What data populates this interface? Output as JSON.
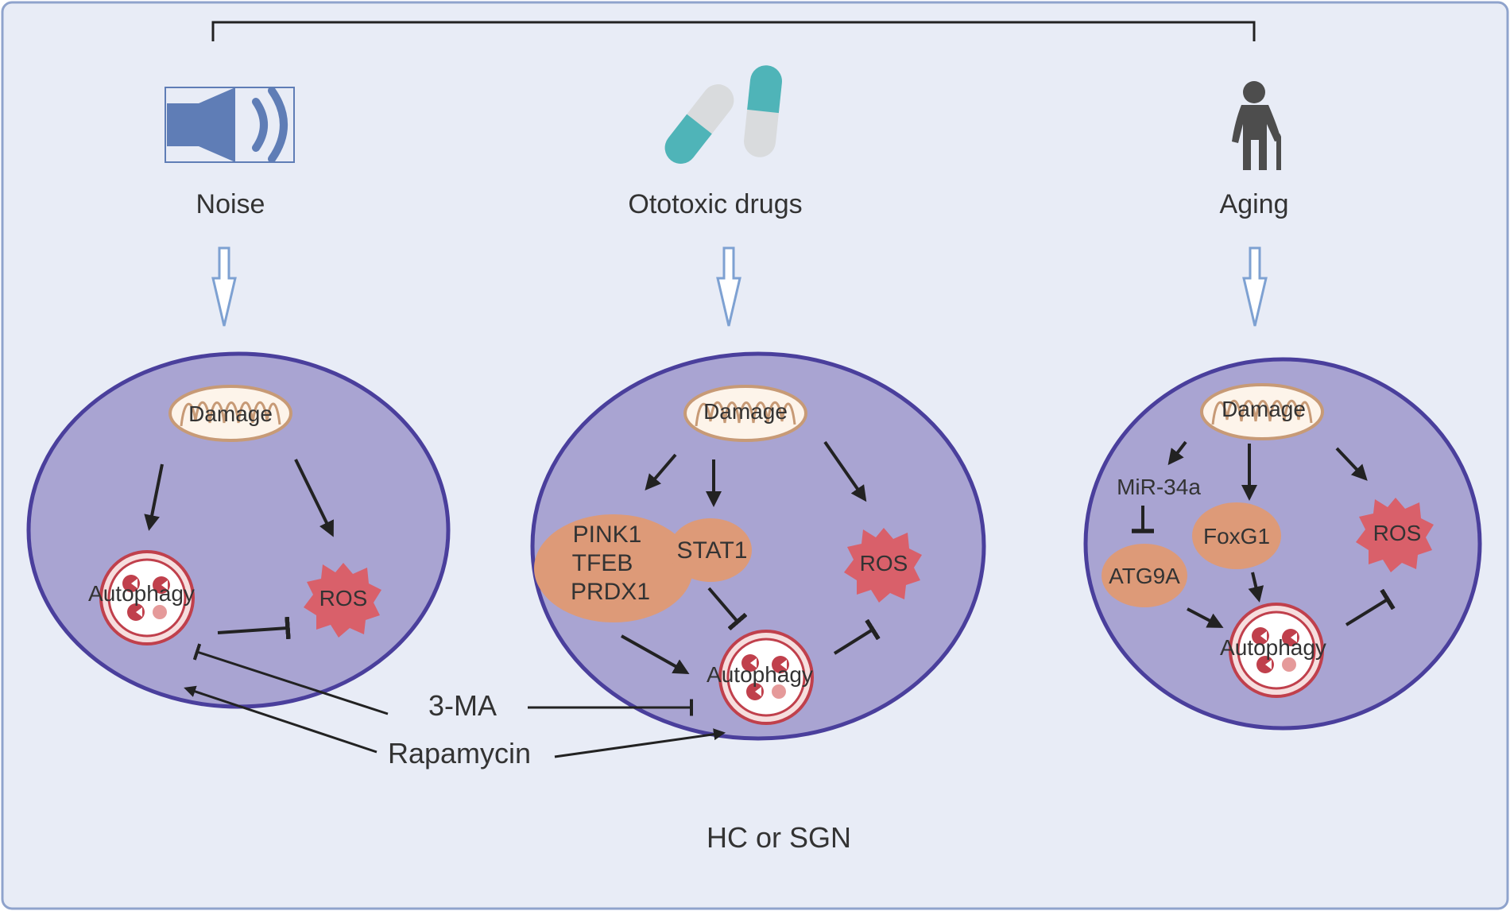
{
  "causes": {
    "noise": "Noise",
    "drugs": "Ototoxic drugs",
    "aging": "Aging"
  },
  "cell1": {
    "damage": "Damage",
    "autophagy": "Autophagy",
    "ros": "ROS"
  },
  "cell2": {
    "damage": "Damage",
    "pink1": "PINK1",
    "tfeb": "TFEB",
    "prdx1": "PRDX1",
    "stat1": "STAT1",
    "ros": "ROS",
    "autophagy": "Autophagy"
  },
  "cell3": {
    "damage": "Damage",
    "mir34a": "MiR-34a",
    "foxg1": "FoxG1",
    "atg9a": "ATG9A",
    "ros": "ROS",
    "autophagy": "Autophagy"
  },
  "drugs": {
    "three_ma": "3-MA",
    "rapamycin": "Rapamycin"
  },
  "footer": "HC or SGN",
  "colors": {
    "frame_bg": "#e8ecf6",
    "frame_border": "#8fa3cc",
    "cell_fill": "#a9a4d2",
    "cell_border": "#4a3f9c",
    "protein": "#dd9a78",
    "ros": "#d9606a",
    "lysosome_ring": "#c0404c",
    "mito_fill": "#fdf4ea",
    "mito_border": "#c79a76",
    "speaker": "#5f7db6",
    "pill_teal": "#4fb4b8",
    "pill_grey": "#d9dbdd",
    "person": "#4d4d4d",
    "arrow": "#222222",
    "hollow_arrow": "#7ea1d2"
  }
}
